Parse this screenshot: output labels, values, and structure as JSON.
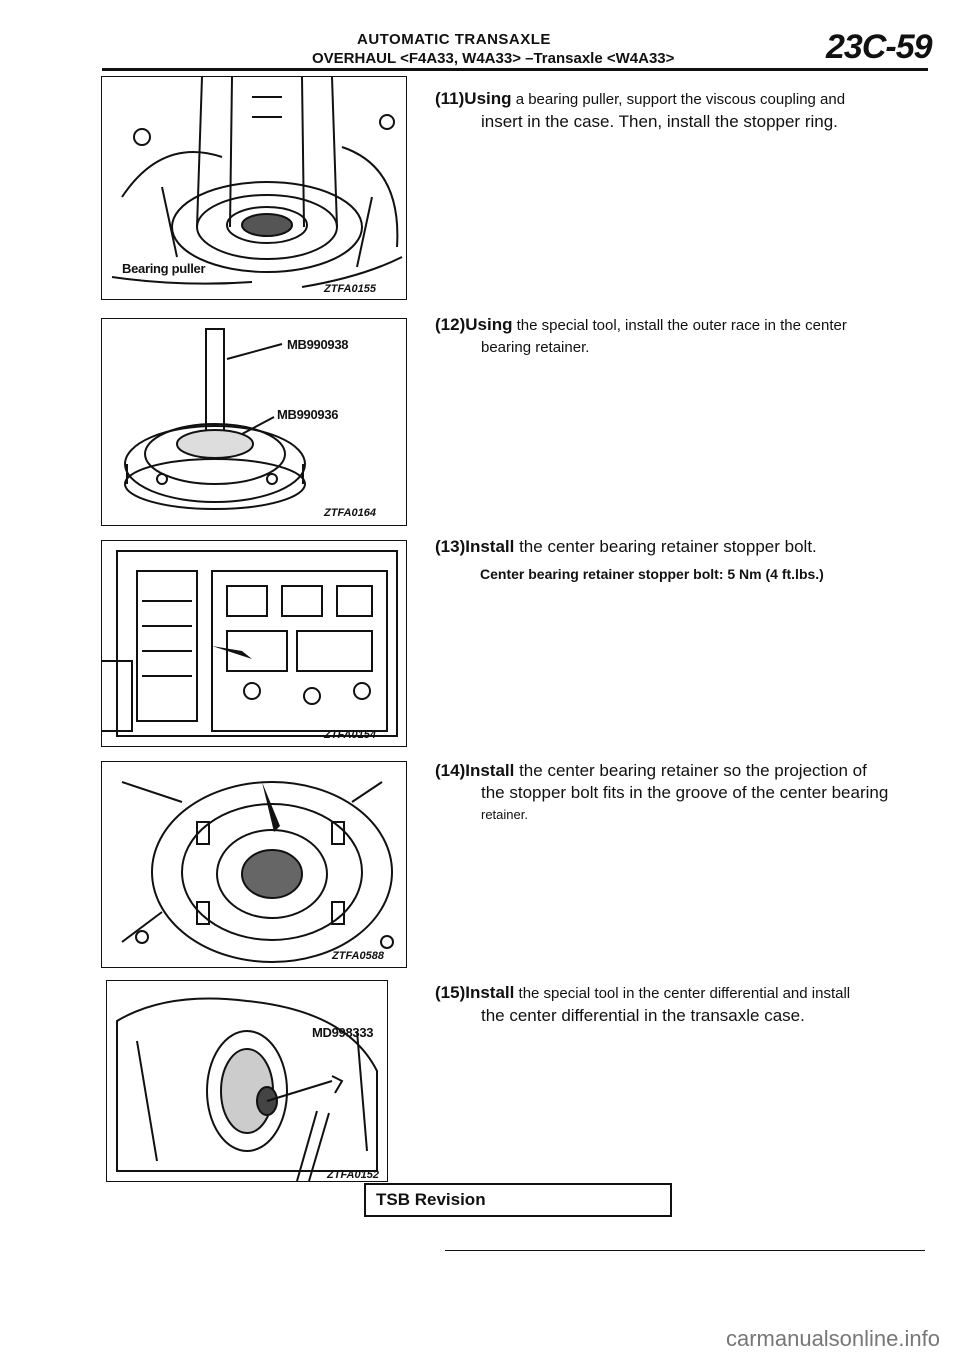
{
  "header": {
    "title": "AUTOMATIC TRANSAXLE",
    "subtitle": "OVERHAUL <F4A33, W4A33> –Transaxle <W4A33>",
    "page_code": "23C-59"
  },
  "figures": [
    {
      "callout": "Bearing puller",
      "code": "ZTFA0155"
    },
    {
      "callout1": "MB990938",
      "callout2": "MB990936",
      "code": "ZTFA0164"
    },
    {
      "code": "ZTFA0154"
    },
    {
      "code": "ZTFA0588"
    },
    {
      "callout": "MD998333",
      "code": "ZTFA0152"
    }
  ],
  "steps": [
    {
      "num": "(11)",
      "verb": "Using",
      "line1": " a bearing puller, support the viscous coupling and",
      "line2": "insert in the case. Then, install the stopper ring."
    },
    {
      "num": "(12)",
      "verb": "Using",
      "line1": " the special tool, install the outer race in the center",
      "line2": "bearing retainer."
    },
    {
      "num": "(13)",
      "verb": "Install",
      "line1": " the center bearing retainer stopper bolt.",
      "line2": ""
    },
    {
      "num": "(14)",
      "verb": "Install",
      "line1": " the center bearing retainer so the projection of",
      "line2": "the stopper bolt fits in the groove of the center bearing",
      "line3": "retainer."
    },
    {
      "num": "(15)",
      "verb": "Install",
      "line1": " the special tool in the center differential and install",
      "line2": "the center differential in the transaxle case."
    }
  ],
  "torque_spec": "Center bearing retainer stopper bolt: 5 Nm (4 ft.lbs.)",
  "footer": {
    "label": "TSB Revision"
  },
  "watermark": "carmanualsonline.info"
}
